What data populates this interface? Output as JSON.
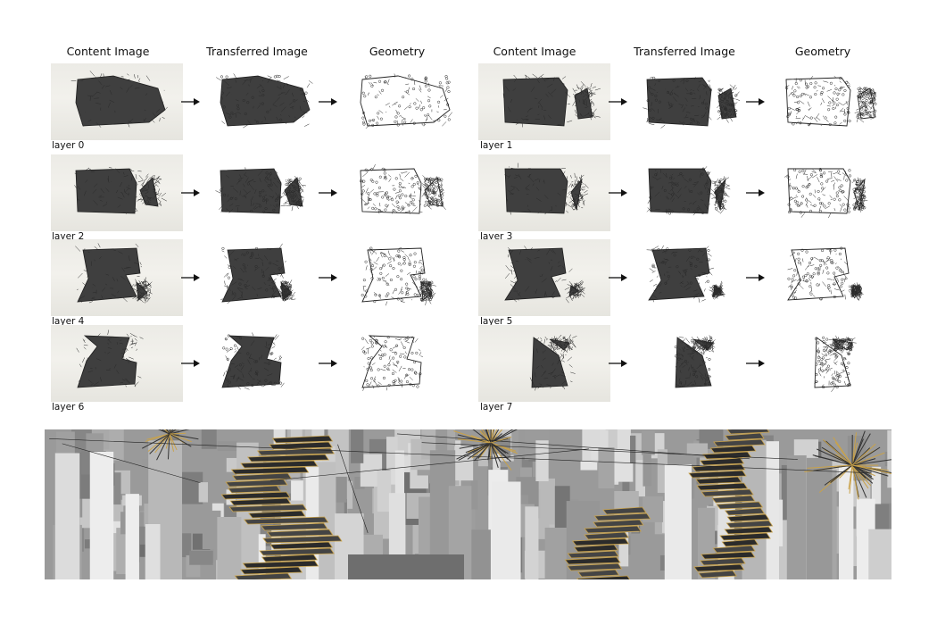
{
  "headers": {
    "left": [
      "Content Image",
      "Transferred Image",
      "Geometry"
    ],
    "right": [
      "Content Image",
      "Transferred Image",
      "Geometry"
    ]
  },
  "layers": [
    "layer 0",
    "layer 1",
    "layer 2",
    "layer 3",
    "layer 4",
    "layer 5",
    "layer 6",
    "layer 7"
  ],
  "colors": {
    "content_bg": "#ecebe6",
    "shape_fill": "#3f3f3f",
    "lattice": "#2a2a2a",
    "city_gray": "#8d8d8d",
    "city_gold": "#c9a24a"
  }
}
